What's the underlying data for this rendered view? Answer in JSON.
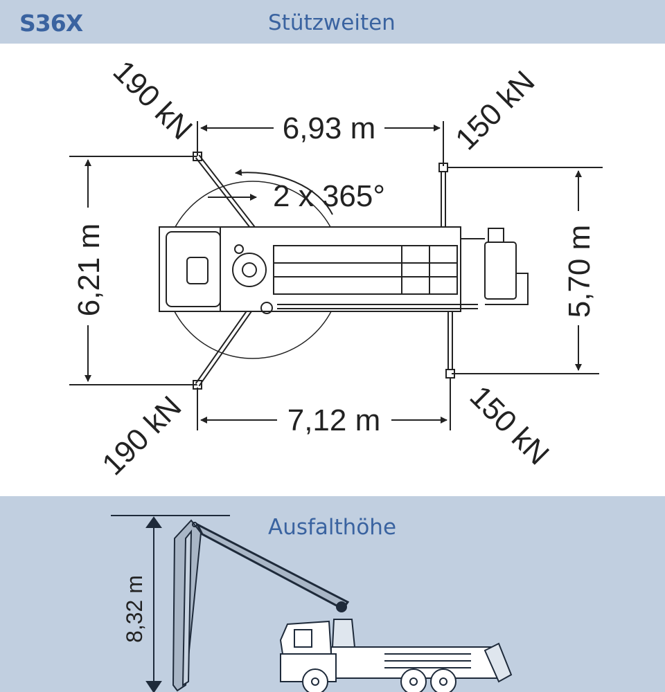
{
  "header": {
    "model": "S36X",
    "title": "Stützweiten"
  },
  "outrigger_diagram": {
    "front_width": "6,93 m",
    "rear_width": "7,12 m",
    "front_length": "6,21 m",
    "rear_length": "5,70 m",
    "rotation": "2 x 365°",
    "loads": {
      "front_left": "190 kN",
      "rear_left": "190 kN",
      "front_right": "150 kN",
      "rear_right": "150 kN"
    }
  },
  "bottom": {
    "title": "Ausfalthöhe",
    "height": "8,32 m"
  }
}
